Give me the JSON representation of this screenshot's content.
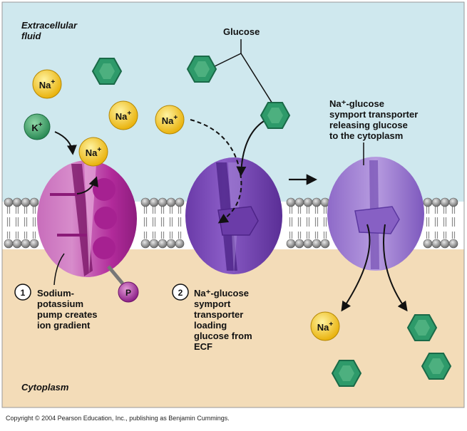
{
  "regions": {
    "extracellular_label_line1": "Extracellular",
    "extracellular_label_line2": "fluid",
    "cytoplasm_label": "Cytoplasm"
  },
  "colors": {
    "ecf_bg": "#cfe8ee",
    "cytoplasm_bg": "#f3dcb8",
    "membrane_head": "#9a9a9a",
    "pump": "#b8269a",
    "symporter": "#7b4bb8",
    "glucose": "#2e9a6a",
    "sodium": "#f2c21a",
    "potassium": "#3a9a60",
    "phosphate": "#9a2a98"
  },
  "ions": {
    "na": "Na",
    "na_charge": "+",
    "k": "K",
    "k_charge": "+",
    "phosphate": "P"
  },
  "labels": {
    "glucose": "Glucose",
    "releasing_l1": "Na⁺-glucose",
    "releasing_l2": "symport transporter",
    "releasing_l3": "releasing glucose",
    "releasing_l4": "to the cytoplasm",
    "step1_number": "1",
    "step1_l1": "Sodium-",
    "step1_l2": "potassium",
    "step1_l3": "pump creates",
    "step1_l4": "ion gradient",
    "step2_number": "2",
    "step2_l1": "Na⁺-glucose",
    "step2_l2": "symport",
    "step2_l3": "transporter",
    "step2_l4": "loading",
    "step2_l5": "glucose from",
    "step2_l6": "ECF"
  },
  "copyright": "Copyright © 2004 Pearson Education, Inc., publishing as Benjamin Cummings."
}
